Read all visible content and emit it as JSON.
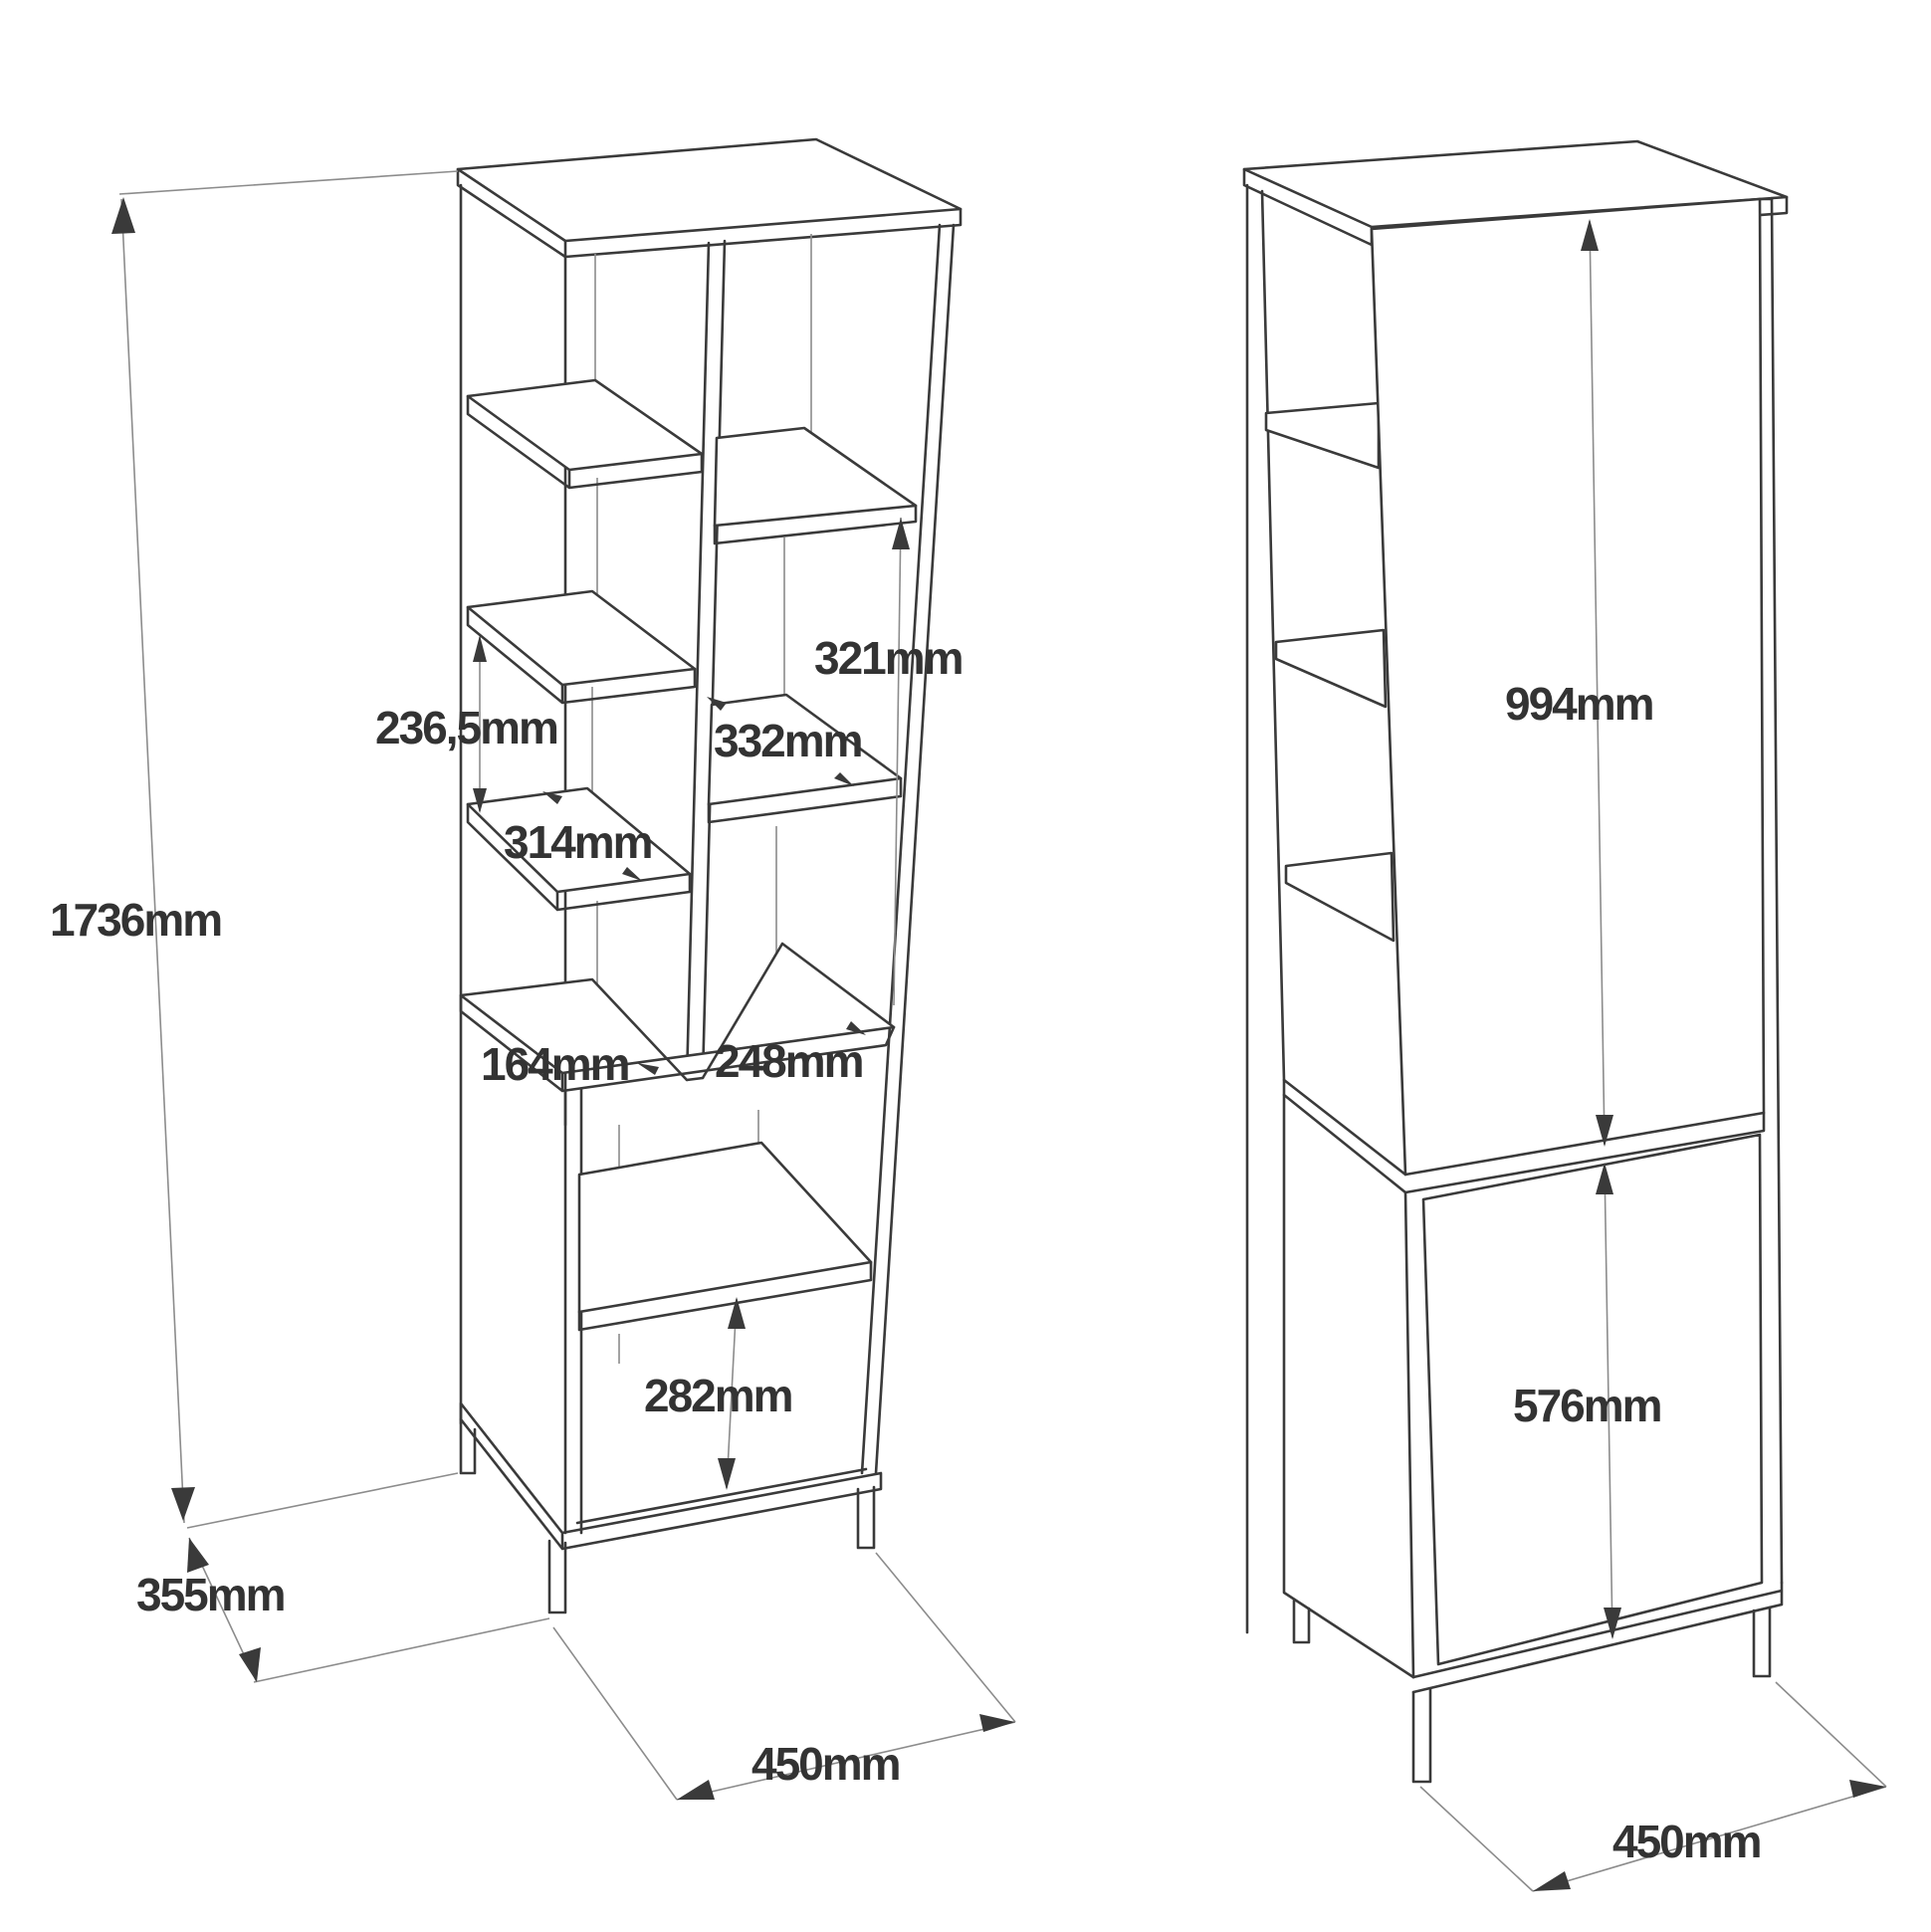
{
  "left_unit": {
    "height_total": "1736mm",
    "depth": "355mm",
    "width": "450mm",
    "shelf_height_upper_right": "321mm",
    "shelf_height_upper_left": "236,5mm",
    "shelf_depth_right": "332mm",
    "shelf_depth_left": "314mm",
    "compartment_left_width": "164mm",
    "compartment_right_width": "248mm",
    "lower_open_height": "282mm"
  },
  "right_unit": {
    "upper_door_height": "994mm",
    "lower_door_height": "576mm",
    "width": "450mm"
  }
}
